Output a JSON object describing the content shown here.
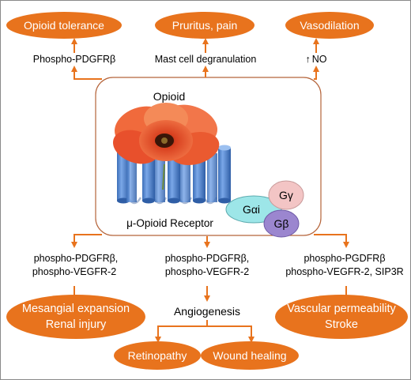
{
  "top_ovals": [
    {
      "label": "Opioid tolerance"
    },
    {
      "label": "Pruritus, pain"
    },
    {
      "label": "Vasodilation"
    }
  ],
  "top_mechanisms": [
    {
      "label": "Phospho-PDGFRβ"
    },
    {
      "label": "Mast cell degranulation"
    },
    {
      "up_arrow": "↑",
      "label": "NO"
    }
  ],
  "center": {
    "title": "Opioid",
    "receptor_label": "μ-Opioid Receptor",
    "subunits": {
      "g_alpha": "Gαi",
      "g_gamma": "Gγ",
      "g_beta": "Gβ"
    }
  },
  "bottom_mechanisms": [
    {
      "line1": "phospho-PDGFRβ,",
      "line2": "phospho-VEGFR-2"
    },
    {
      "line1": "phospho-PDGFRβ,",
      "line2": "phospho-VEGFR-2"
    },
    {
      "line1": "phospho-PGDFRβ",
      "line2": "phospho-VEGFR-2, SIP3R"
    }
  ],
  "angiogenesis": "Angiogenesis",
  "bottom_ovals": {
    "left": {
      "line1": "Mesangial expansion",
      "line2": "Renal injury"
    },
    "right": {
      "line1": "Vascular permeability",
      "line2": "Stroke"
    },
    "retinopathy": "Retinopathy",
    "wound_healing": "Wound healing"
  },
  "colors": {
    "oval_fill": "#e8731d",
    "arrow": "#e8731d",
    "box_border": "#b5643a",
    "receptor_blue": "#4f86d1",
    "g_alpha_fill": "#9de6e8",
    "g_gamma_fill": "#f3c5c5",
    "g_beta_fill": "#9b86cf",
    "flower": "#e8452a"
  }
}
